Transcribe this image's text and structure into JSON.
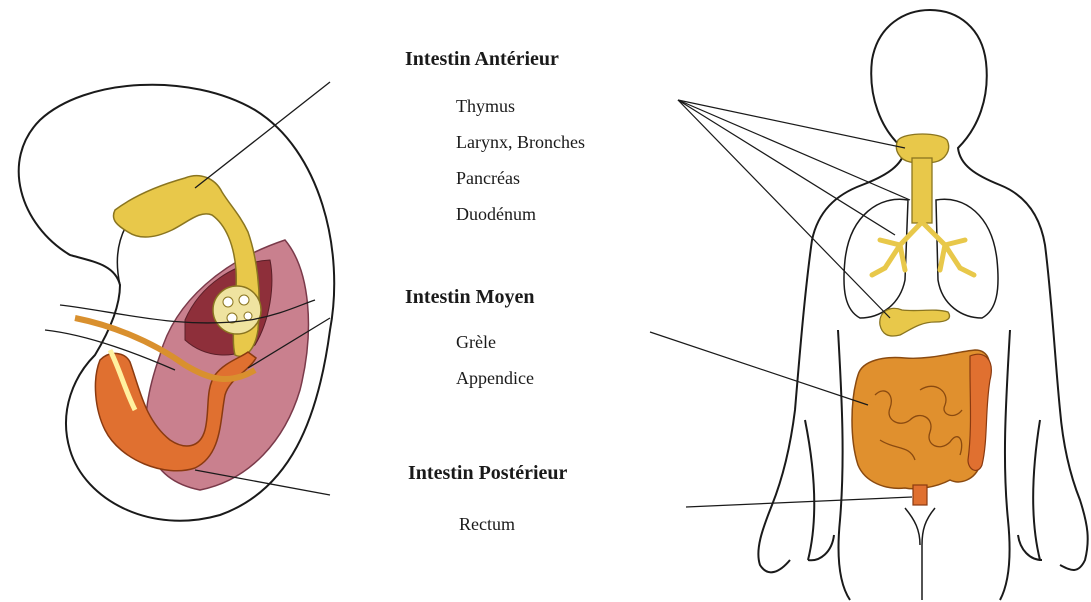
{
  "sections": [
    {
      "title": "Intestin Antérieur",
      "items": [
        "Thymus",
        "Larynx, Bronches",
        "Pancréas",
        "Duodénum"
      ]
    },
    {
      "title": "Intestin Moyen",
      "items": [
        "Grèle",
        "Appendice"
      ]
    },
    {
      "title": "Intestin Postérieur",
      "items": [
        "Rectum"
      ]
    }
  ],
  "colors": {
    "foregut": "#e8c84a",
    "midgut": "#e0902e",
    "hindgut": "#e07030",
    "mesentery": "#c9808e",
    "outline": "#1a1a1a"
  }
}
